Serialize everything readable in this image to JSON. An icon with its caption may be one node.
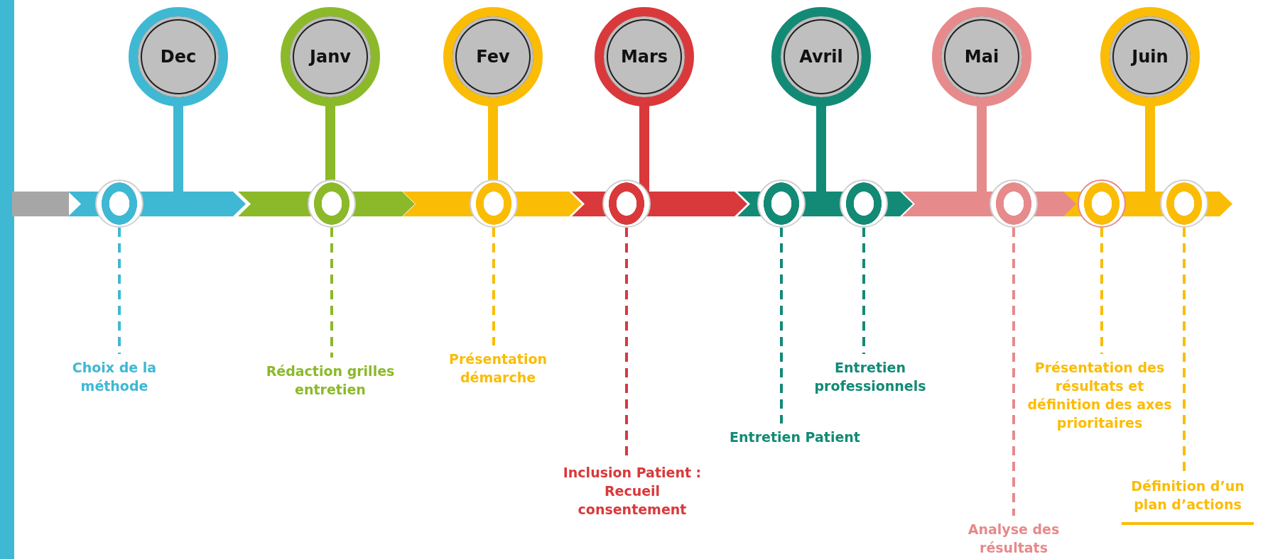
{
  "diagram": {
    "nodes": [
      {
        "text": [
          "Dec"
        ]
      },
      {
        "text": [
          "Janv"
        ]
      },
      {
        "text": [
          "Fev"
        ]
      },
      {
        "text": [
          "Mars"
        ]
      },
      {
        "text": [
          "Avril"
        ]
      },
      {
        "text": [
          "Mai"
        ]
      },
      {
        "text": [
          "Juin"
        ]
      },
      {
        "text": [],
        "shape": "circle"
      },
      {
        "text": [],
        "shape": "circle"
      },
      {
        "text": [],
        "shape": "circle"
      },
      {
        "text": [],
        "shape": "circle"
      },
      {
        "text": [],
        "shape": "circle"
      },
      {
        "text": [],
        "shape": "circle"
      },
      {
        "text": [],
        "shape": "circle"
      },
      {
        "text": [],
        "shape": "circle"
      },
      {
        "text": [],
        "shape": "circle"
      },
      {
        "text": [
          "Choix de la méthode"
        ]
      },
      {
        "text": [
          "Rédaction grilles entretien"
        ]
      },
      {
        "text": [
          "Présentation démarche"
        ]
      },
      {
        "text": [
          "Inclusion Patient : Recueil consentement"
        ]
      },
      {
        "text": [
          "Entretien Patient"
        ]
      },
      {
        "text": [
          "Entretien professionnels"
        ]
      },
      {
        "text": [
          "Analyse des résultats"
        ]
      },
      {
        "text": [
          "Présentation des résultats et définition des axes prioritaires"
        ]
      },
      {
        "text": [
          "Définition d’un plan d’actions"
        ]
      }
    ],
    "edges": [
      {
        "from": 7,
        "to": 16,
        "arrow": "none",
        "style": "dashed",
        "color": "#3fb8d4"
      },
      {
        "from": 8,
        "to": 17,
        "arrow": "none",
        "style": "dashed",
        "color": "#8cb92a"
      },
      {
        "from": 9,
        "to": 18,
        "arrow": "none",
        "style": "dashed",
        "color": "#fbbc05"
      },
      {
        "from": 10,
        "to": 19,
        "arrow": "none",
        "style": "dashed",
        "color": "#d9393b"
      },
      {
        "from": 11,
        "to": 20,
        "arrow": "none",
        "style": "dashed",
        "color": "#138a75"
      },
      {
        "from": 12,
        "to": 21,
        "arrow": "none",
        "style": "dashed",
        "color": "#138a75"
      },
      {
        "from": 13,
        "to": 22,
        "arrow": "none",
        "style": "dashed",
        "color": "#e68a8c"
      },
      {
        "from": 14,
        "to": 23,
        "arrow": "none",
        "style": "dashed",
        "color": "#fbbc05"
      },
      {
        "from": 15,
        "to": 24,
        "arrow": "none",
        "style": "dashed",
        "color": "#fbbc05"
      }
    ]
  }
}
